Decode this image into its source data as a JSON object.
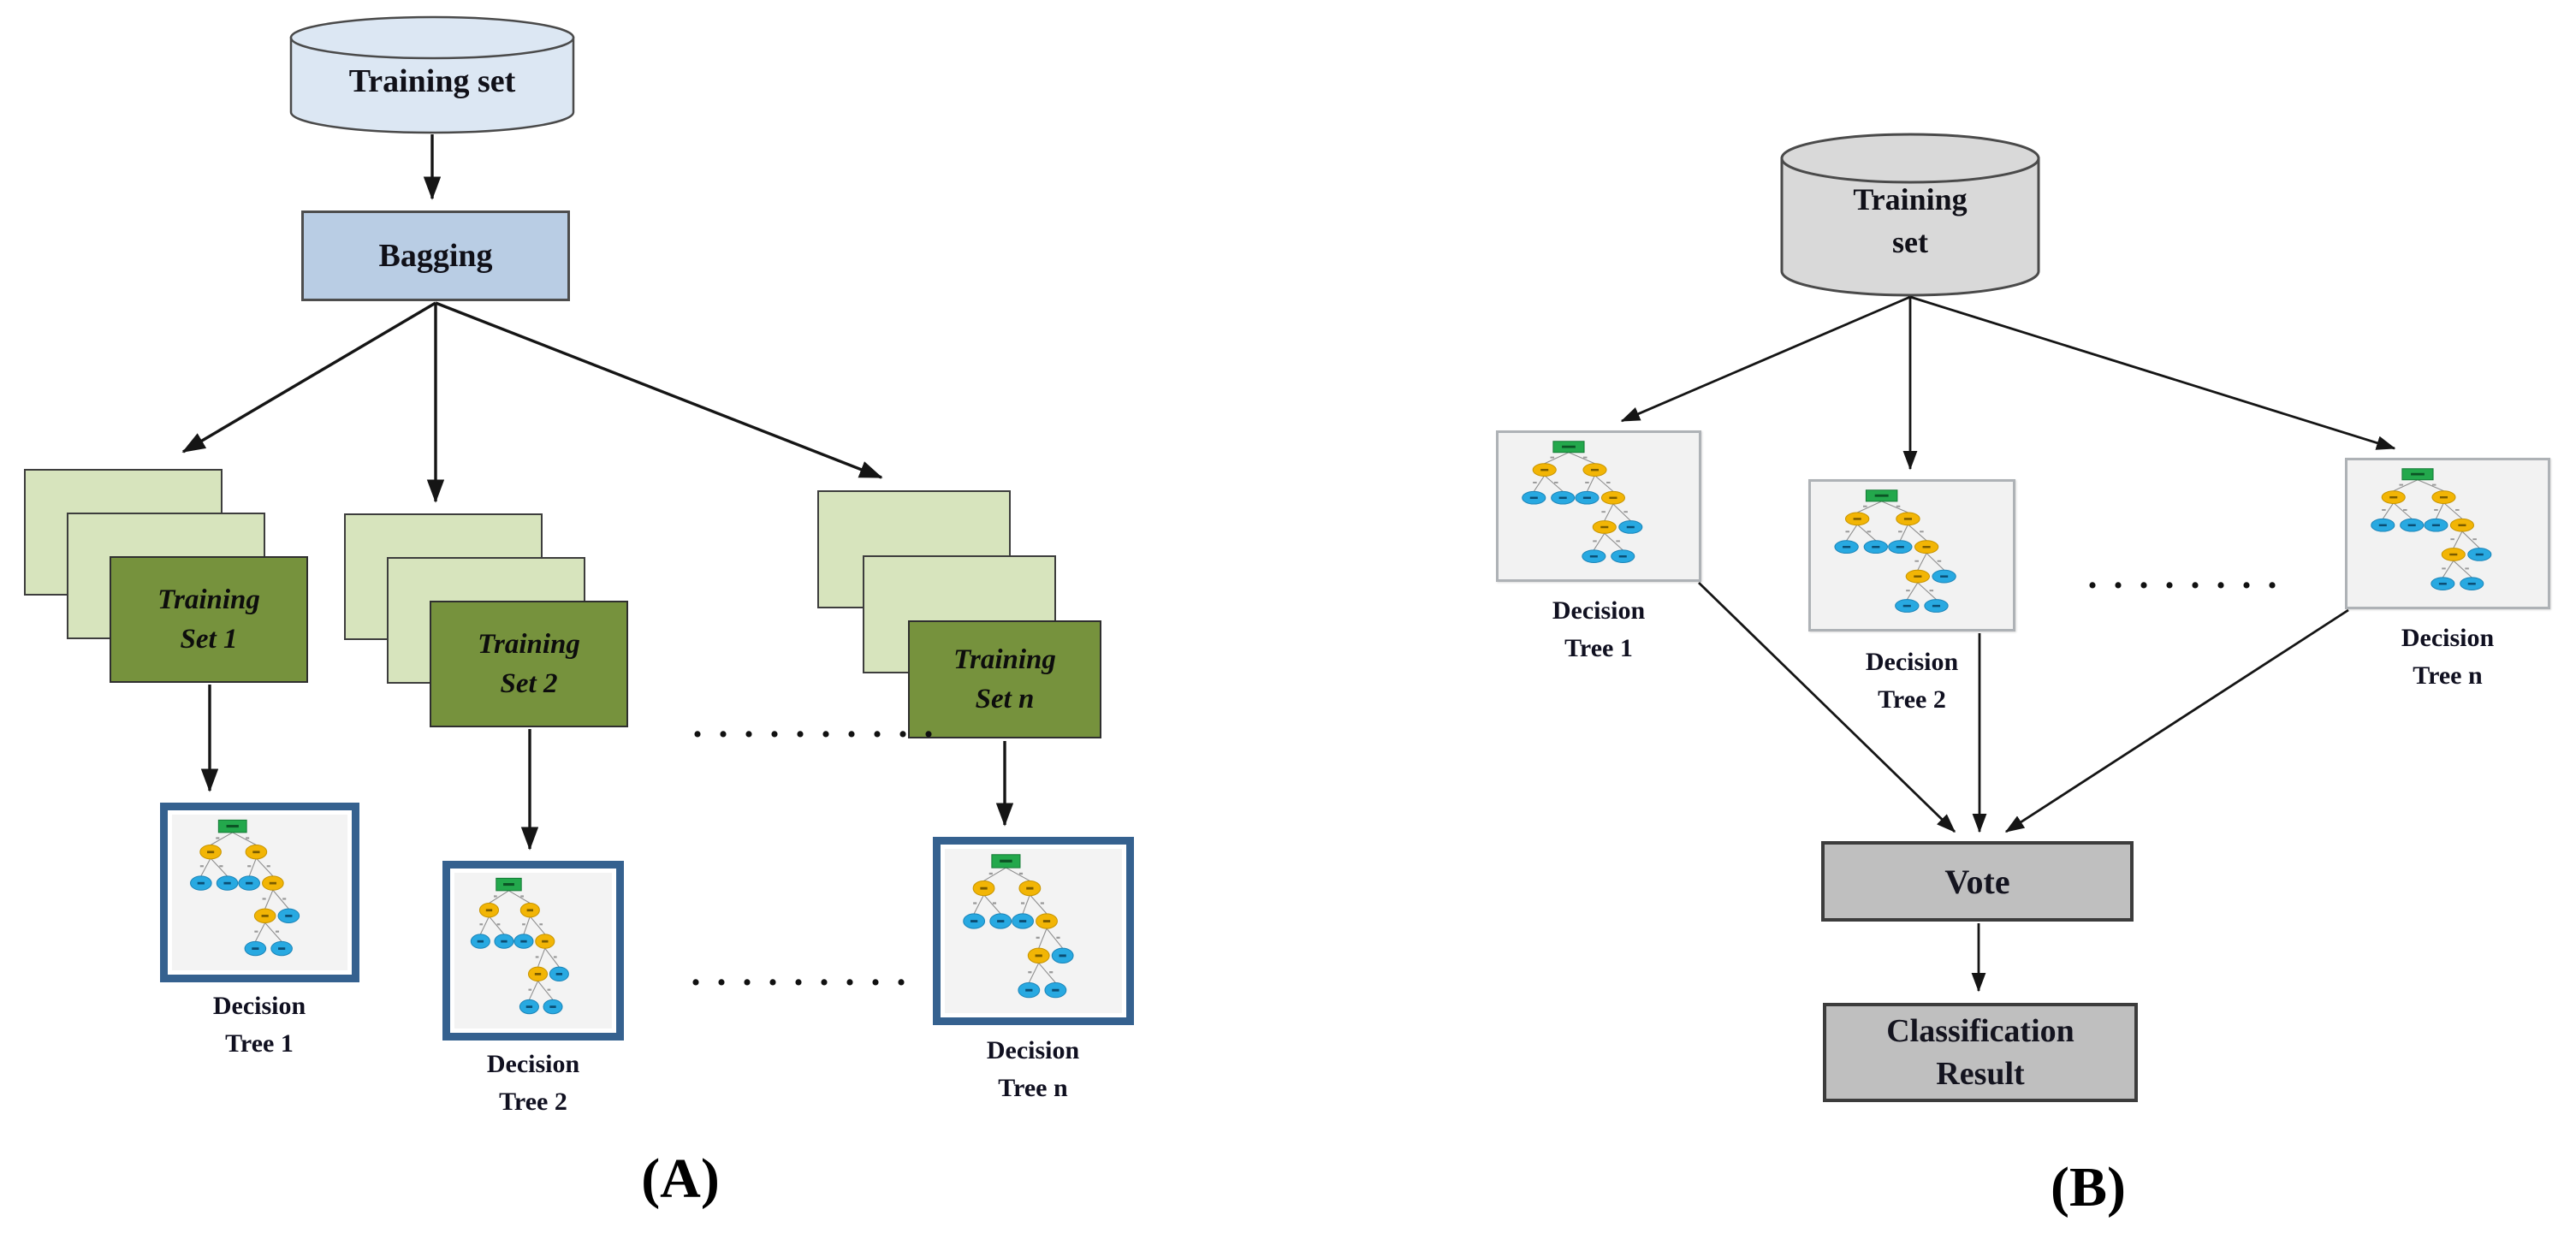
{
  "colors": {
    "arrow": "#151515",
    "cylinder_a_fill": "#dce7f3",
    "cylinder_b_fill": "#d9d9d9",
    "cylinder_stroke": "#4a4a4a",
    "bagging_fill": "#b9cde4",
    "card_light_fill": "#d7e4bd",
    "card_dark_fill": "#76923d",
    "tree_box_a_border": "#35618f",
    "tree_box_bg": "#f3f3f3",
    "tree_box_b_border": "#aeb2b6",
    "gray_box_fill": "#bfbfbf",
    "node_green": "#23a84c",
    "node_yellow": "#f2b505",
    "node_blue": "#28a9e1"
  },
  "panelA": {
    "cylinder_label": "Training set",
    "bagging_label": "Bagging",
    "stacks": [
      {
        "line1": "Training",
        "line2": "Set 1"
      },
      {
        "line1": "Training",
        "line2": "Set 2"
      },
      {
        "line1": "Training",
        "line2": "Set n"
      }
    ],
    "trees": [
      {
        "line1": "Decision",
        "line2": "Tree 1"
      },
      {
        "line1": "Decision",
        "line2": "Tree 2"
      },
      {
        "line1": "Decision",
        "line2": "Tree n"
      }
    ],
    "dots_row1": ". . . . . . . . . .",
    "dots_row2": ". . . . . . . . .",
    "caption": "(A)"
  },
  "panelB": {
    "cylinder_line1": "Training",
    "cylinder_line2": "set",
    "trees": [
      {
        "line1": "Decision",
        "line2": "Tree 1"
      },
      {
        "line1": "Decision",
        "line2": "Tree 2"
      },
      {
        "line1": "Decision",
        "line2": "Tree n"
      }
    ],
    "dots": ". . . . . . . .",
    "vote_label": "Vote",
    "result_line1": "Classification",
    "result_line2": "Result",
    "caption": "(B)"
  }
}
